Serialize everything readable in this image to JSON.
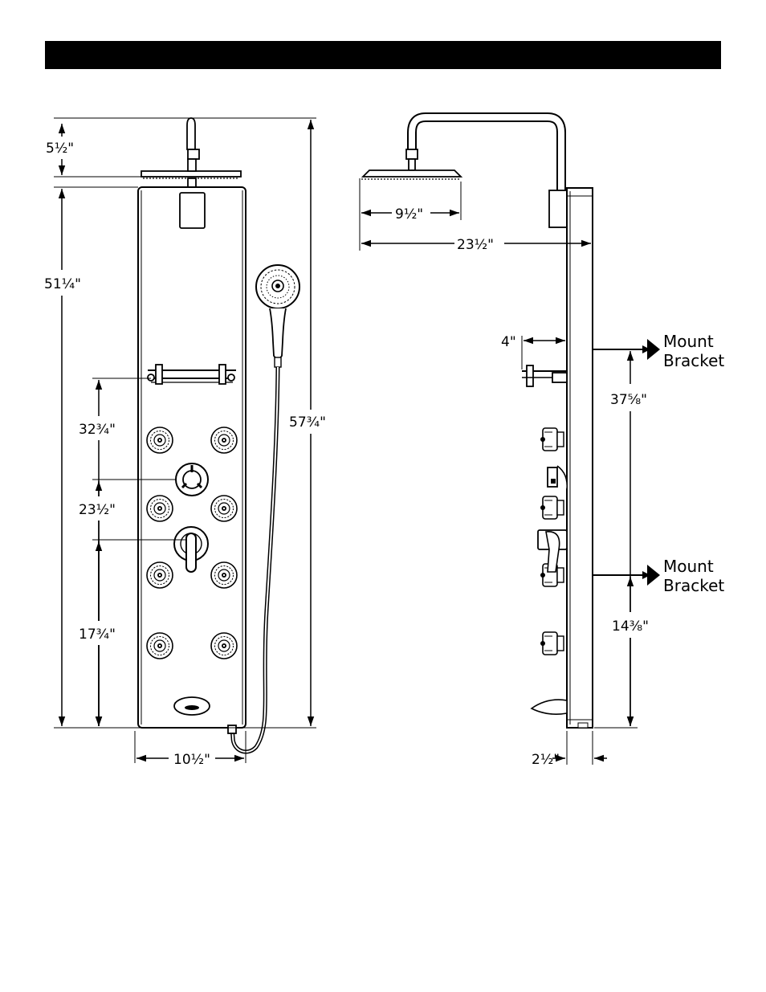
{
  "front_view": {
    "dims": {
      "showerhead_height": "5½\"",
      "panel_height": "51¼\"",
      "overall_height": "57¾\"",
      "shelf_height": "32¾\"",
      "thermostat_height": "23½\"",
      "handle_height": "17¾\"",
      "panel_width": "10½\""
    }
  },
  "side_view": {
    "dims": {
      "head_diameter": "9½\"",
      "arm_reach": "23½\"",
      "shelf_depth": "4\"",
      "upper_bracket_height": "37⅝\"",
      "lower_bracket_height": "14⅜\"",
      "panel_depth": "2½\""
    },
    "upper_bracket": {
      "line1": "Mount",
      "line2": "Bracket"
    },
    "lower_bracket": {
      "line1": "Mount",
      "line2": "Bracket"
    }
  }
}
